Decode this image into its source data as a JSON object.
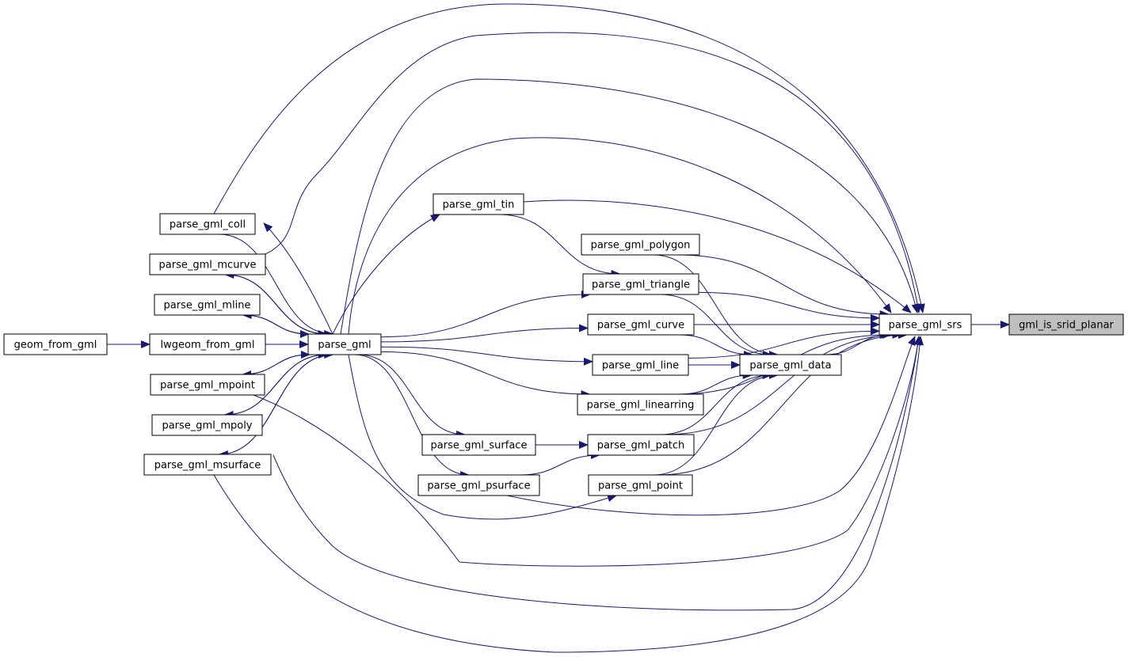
{
  "graph": {
    "edge_color": "#191970",
    "node_fill": "#ffffff",
    "highlight_fill": "#bfbfbf",
    "nodes": [
      {
        "id": "gml_is_srid_planar",
        "label": "gml_is_srid_planar",
        "highlight": true
      },
      {
        "id": "parse_gml_srs",
        "label": "parse_gml_srs"
      },
      {
        "id": "parse_gml_data",
        "label": "parse_gml_data"
      },
      {
        "id": "parse_gml_polygon",
        "label": "parse_gml_polygon"
      },
      {
        "id": "parse_gml_triangle",
        "label": "parse_gml_triangle"
      },
      {
        "id": "parse_gml_curve",
        "label": "parse_gml_curve"
      },
      {
        "id": "parse_gml_line",
        "label": "parse_gml_line"
      },
      {
        "id": "parse_gml_linearring",
        "label": "parse_gml_linearring"
      },
      {
        "id": "parse_gml_patch",
        "label": "parse_gml_patch"
      },
      {
        "id": "parse_gml_point",
        "label": "parse_gml_point"
      },
      {
        "id": "parse_gml_tin",
        "label": "parse_gml_tin"
      },
      {
        "id": "parse_gml_surface",
        "label": "parse_gml_surface"
      },
      {
        "id": "parse_gml_psurface",
        "label": "parse_gml_psurface"
      },
      {
        "id": "parse_gml",
        "label": "parse_gml"
      },
      {
        "id": "parse_gml_coll",
        "label": "parse_gml_coll"
      },
      {
        "id": "parse_gml_mcurve",
        "label": "parse_gml_mcurve"
      },
      {
        "id": "parse_gml_mline",
        "label": "parse_gml_mline"
      },
      {
        "id": "lwgeom_from_gml",
        "label": "lwgeom_from_gml"
      },
      {
        "id": "parse_gml_mpoint",
        "label": "parse_gml_mpoint"
      },
      {
        "id": "parse_gml_mpoly",
        "label": "parse_gml_mpoly"
      },
      {
        "id": "parse_gml_msurface",
        "label": "parse_gml_msurface"
      },
      {
        "id": "geom_from_gml",
        "label": "geom_from_gml"
      }
    ],
    "edges": [
      {
        "from": "parse_gml_srs",
        "to": "gml_is_srid_planar"
      },
      {
        "from": "parse_gml_data",
        "to": "parse_gml_srs"
      },
      {
        "from": "parse_gml_polygon",
        "to": "parse_gml_srs"
      },
      {
        "from": "parse_gml_triangle",
        "to": "parse_gml_srs"
      },
      {
        "from": "parse_gml_curve",
        "to": "parse_gml_srs"
      },
      {
        "from": "parse_gml_line",
        "to": "parse_gml_srs"
      },
      {
        "from": "parse_gml_linearring",
        "to": "parse_gml_srs"
      },
      {
        "from": "parse_gml_patch",
        "to": "parse_gml_srs"
      },
      {
        "from": "parse_gml_point",
        "to": "parse_gml_srs"
      },
      {
        "from": "parse_gml_tin",
        "to": "parse_gml_srs"
      },
      {
        "from": "parse_gml_psurface",
        "to": "parse_gml_srs"
      },
      {
        "from": "parse_gml",
        "to": "parse_gml_srs"
      },
      {
        "from": "parse_gml_coll",
        "to": "parse_gml_srs"
      },
      {
        "from": "parse_gml_mcurve",
        "to": "parse_gml_srs"
      },
      {
        "from": "parse_gml_mpoint",
        "to": "parse_gml_srs"
      },
      {
        "from": "parse_gml_mpoly",
        "to": "parse_gml_srs"
      },
      {
        "from": "parse_gml_msurface",
        "to": "parse_gml_srs"
      },
      {
        "from": "parse_gml_polygon",
        "to": "parse_gml_data"
      },
      {
        "from": "parse_gml_triangle",
        "to": "parse_gml_data"
      },
      {
        "from": "parse_gml_curve",
        "to": "parse_gml_data"
      },
      {
        "from": "parse_gml_line",
        "to": "parse_gml_data"
      },
      {
        "from": "parse_gml_linearring",
        "to": "parse_gml_data"
      },
      {
        "from": "parse_gml_patch",
        "to": "parse_gml_data"
      },
      {
        "from": "parse_gml_point",
        "to": "parse_gml_data"
      },
      {
        "from": "parse_gml_tin",
        "to": "parse_gml_triangle"
      },
      {
        "from": "parse_gml_surface",
        "to": "parse_gml_patch"
      },
      {
        "from": "parse_gml_psurface",
        "to": "parse_gml_patch"
      },
      {
        "from": "parse_gml",
        "to": "parse_gml_tin"
      },
      {
        "from": "parse_gml",
        "to": "parse_gml_polygon"
      },
      {
        "from": "parse_gml",
        "to": "parse_gml_triangle"
      },
      {
        "from": "parse_gml",
        "to": "parse_gml_curve"
      },
      {
        "from": "parse_gml",
        "to": "parse_gml_line"
      },
      {
        "from": "parse_gml",
        "to": "parse_gml_linearring"
      },
      {
        "from": "parse_gml",
        "to": "parse_gml_surface"
      },
      {
        "from": "parse_gml",
        "to": "parse_gml_psurface"
      },
      {
        "from": "parse_gml",
        "to": "parse_gml_point"
      },
      {
        "from": "parse_gml",
        "to": "parse_gml_coll"
      },
      {
        "from": "parse_gml",
        "to": "parse_gml_mcurve"
      },
      {
        "from": "parse_gml",
        "to": "parse_gml_mline"
      },
      {
        "from": "parse_gml",
        "to": "parse_gml_mpoint"
      },
      {
        "from": "parse_gml",
        "to": "parse_gml_mpoly"
      },
      {
        "from": "parse_gml",
        "to": "parse_gml_msurface"
      },
      {
        "from": "parse_gml_coll",
        "to": "parse_gml"
      },
      {
        "from": "parse_gml_mcurve",
        "to": "parse_gml"
      },
      {
        "from": "parse_gml_mline",
        "to": "parse_gml"
      },
      {
        "from": "lwgeom_from_gml",
        "to": "parse_gml"
      },
      {
        "from": "parse_gml_mpoint",
        "to": "parse_gml"
      },
      {
        "from": "parse_gml_mpoly",
        "to": "parse_gml"
      },
      {
        "from": "parse_gml_msurface",
        "to": "parse_gml"
      },
      {
        "from": "geom_from_gml",
        "to": "lwgeom_from_gml"
      }
    ]
  }
}
